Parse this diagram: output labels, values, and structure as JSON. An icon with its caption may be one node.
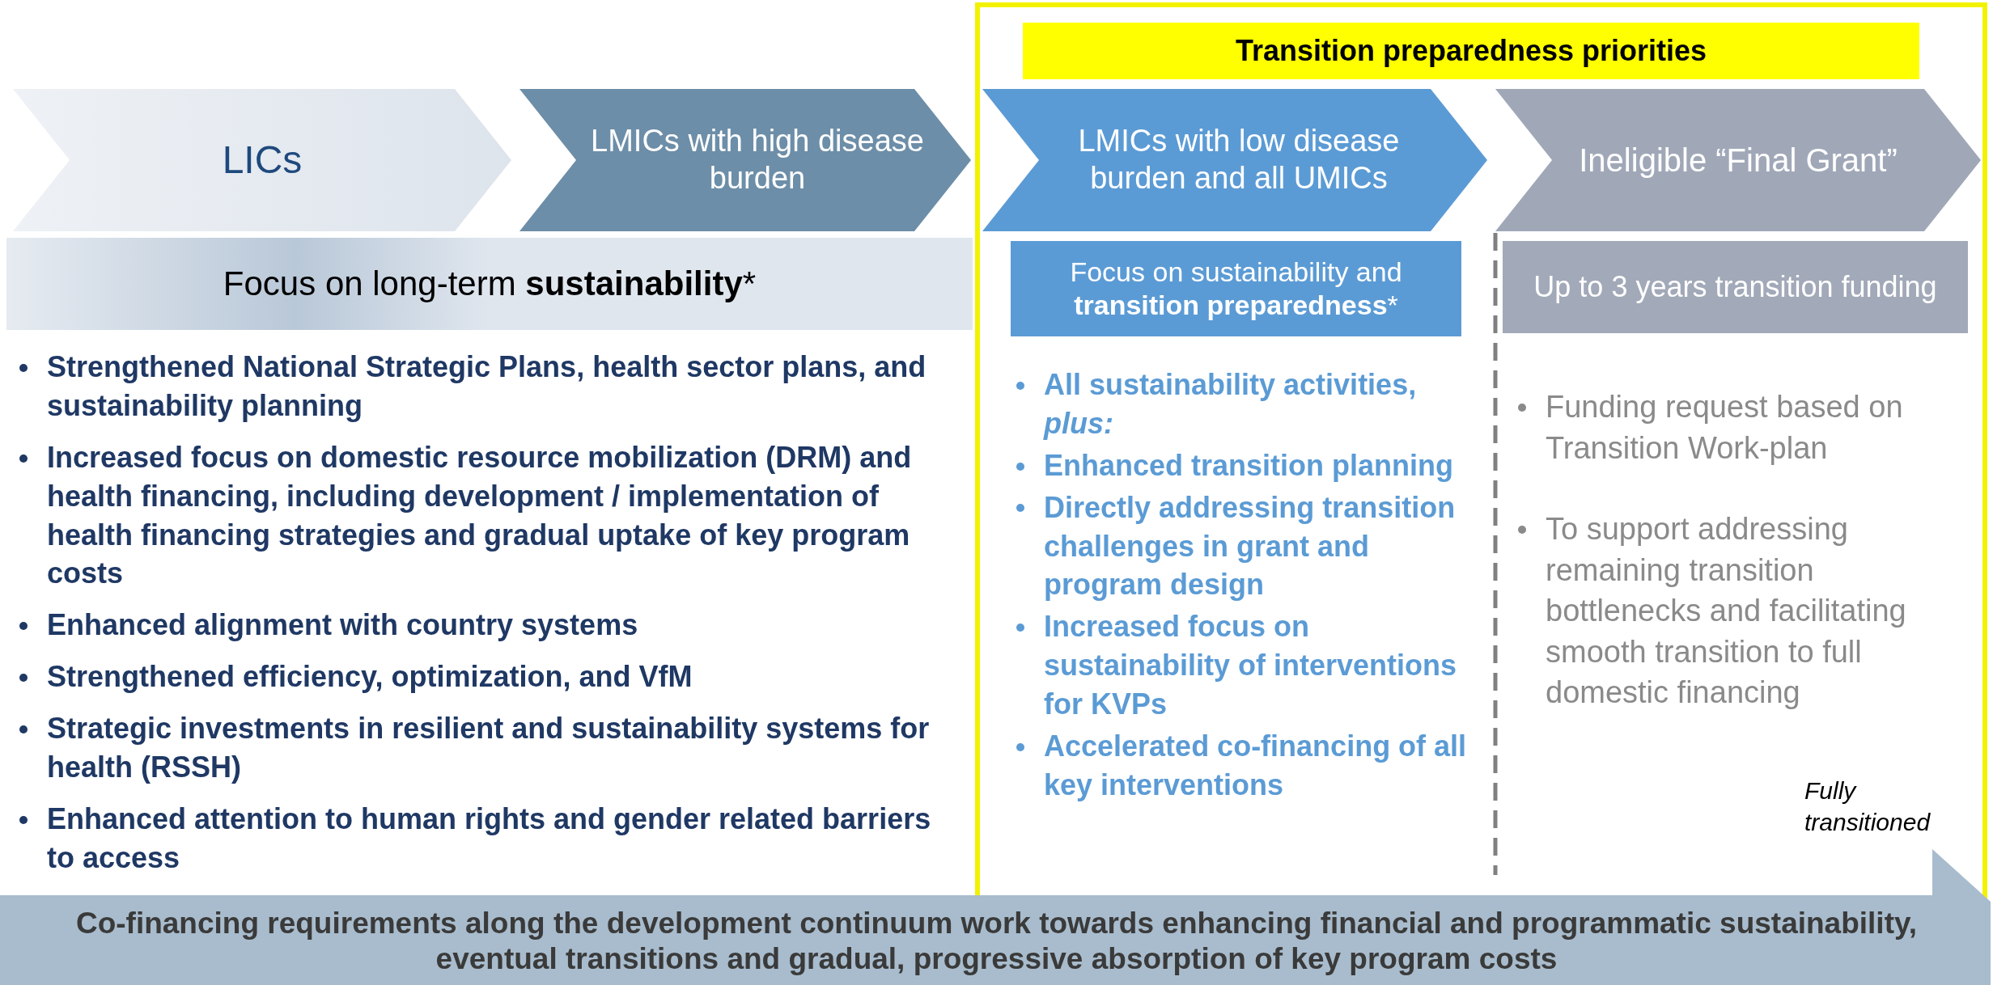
{
  "diagram": {
    "nodes": [
      {
        "text": [
          "LICs"
        ]
      },
      {
        "text": [
          "LMICs with high disease burden"
        ]
      },
      {
        "text": [
          "LMICs with low disease burden and all UMICs"
        ]
      },
      {
        "text": [
          "Ineligible “Final Grant”"
        ]
      },
      {
        "text": [
          "Transition preparedness priorities"
        ]
      },
      {
        "text": [
          "Focus on long-term **sustainability***"
        ]
      },
      {
        "text": [
          "Focus on sustainability and **transition preparedness***"
        ]
      },
      {
        "text": [
          "Up to 3 years transition funding"
        ]
      },
      {
        "text": [
          "Co-financing requirements along the development continuum work towards enhancing financial and programmatic sustainability, eventual transitions and gradual, progressive absorption of key program costs"
        ]
      }
    ],
    "labels": [
      "Strengthened National Strategic Plans, health sector plans, and sustainability planning",
      "Increased focus on domestic resource mobilization (DRM) and health financing, including development / implementation of health financing strategies and gradual uptake of key program costs",
      "Enhanced alignment with country systems",
      "Strengthened efficiency, optimization, and VfM",
      "Strategic investments in resilient and sustainability systems for health (RSSH)",
      "Enhanced attention to human rights and gender related barriers to access",
      "All sustainability activities, *plus:*",
      "Enhanced transition planning",
      "Directly addressing transition challenges in grant and program design",
      "Increased focus on sustainability of interventions for KVPs",
      "Accelerated co-financing of all key interventions",
      "Funding request based on Transition Work-plan",
      "To support addressing remaining transition bottlenecks and facilitating smooth transition to full domestic financing",
      "Fully transitioned"
    ]
  }
}
